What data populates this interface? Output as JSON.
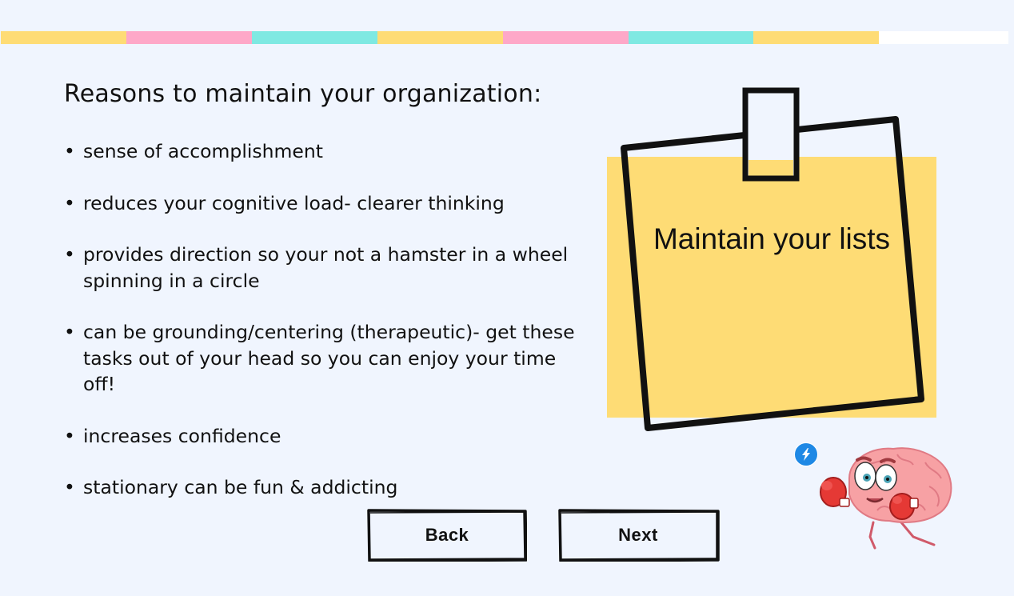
{
  "progress": {
    "segments": [
      {
        "color": "#fedc75",
        "state": "complete"
      },
      {
        "color": "#fea8c8",
        "state": "complete"
      },
      {
        "color": "#7fe9e2",
        "state": "complete"
      },
      {
        "color": "#fedc75",
        "state": "complete"
      },
      {
        "color": "#fea8c8",
        "state": "complete"
      },
      {
        "color": "#7fe9e2",
        "state": "complete"
      },
      {
        "color": "#fedc75",
        "state": "complete"
      },
      {
        "color": "#ffffff",
        "state": "incomplete"
      }
    ]
  },
  "content": {
    "heading": "Reasons to maintain your organization:",
    "reasons": [
      "sense of accomplishment",
      "reduces your cognitive load- clearer thinking",
      "provides direction so your not a hamster in a wheel spinning in a circle",
      "can be grounding/centering (therapeutic)-  get these tasks out of your head so you can enjoy your time off!",
      "increases confidence",
      "stationary can be fun & addicting"
    ]
  },
  "note": {
    "title": "Maintain your lists",
    "color": "#fedc75"
  },
  "nav": {
    "back_label": "Back",
    "next_label": "Next"
  },
  "icons": {
    "lightning": "lightning-bolt-icon",
    "mascot": "brain-boxing-mascot"
  },
  "colors": {
    "background": "#f0f5fe",
    "accent_blue": "#1e88e5",
    "brain_pink": "#f7a1a4",
    "glove_red": "#e53935"
  }
}
